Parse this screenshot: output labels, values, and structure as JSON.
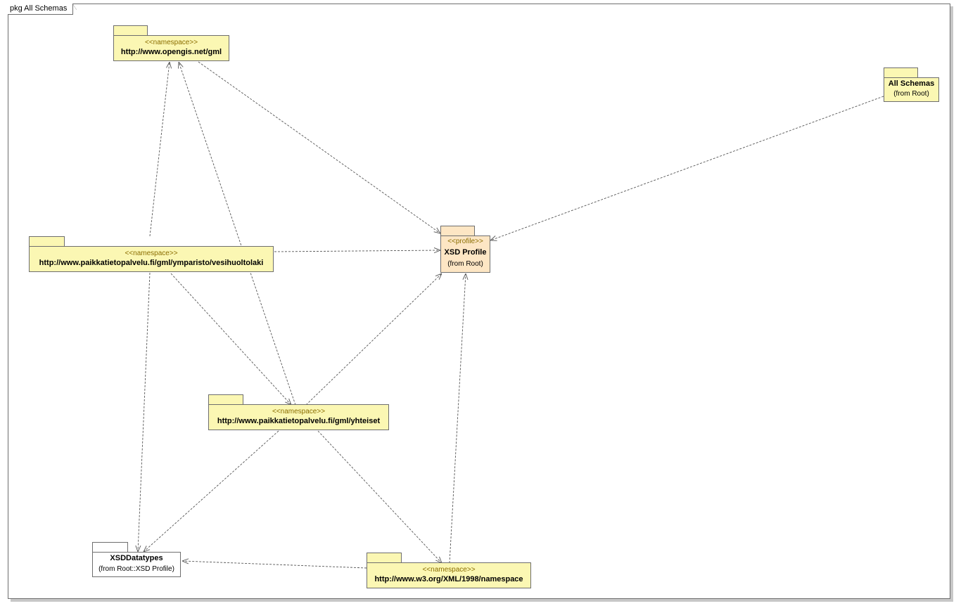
{
  "frame": {
    "label": "pkg All Schemas"
  },
  "packages": {
    "gml": {
      "stereotype": "<<namespace>>",
      "name": "http://www.opengis.net/gml"
    },
    "all_schemas": {
      "name": "All Schemas",
      "from": "(from Root)"
    },
    "vesihuolto": {
      "stereotype": "<<namespace>>",
      "name": "http://www.paikkatietopalvelu.fi/gml/ymparisto/vesihuoltolaki"
    },
    "xsd_profile": {
      "stereotype": "<<profile>>",
      "name": "XSD Profile",
      "from": "(from Root)"
    },
    "yhteiset": {
      "stereotype": "<<namespace>>",
      "name": "http://www.paikkatietopalvelu.fi/gml/yhteiset"
    },
    "xsd_datatypes": {
      "name": "XSDDatatypes",
      "from": "(from Root::XSD Profile)"
    },
    "xml_namespace": {
      "stereotype": "<<namespace>>",
      "name": "http://www.w3.org/XML/1998/namespace"
    }
  },
  "colors": {
    "namespace_fill": "#fbf7b3",
    "profile_fill": "#fde6c4",
    "border": "#6e6e6e",
    "stereotype_text": "#8a6d00"
  }
}
